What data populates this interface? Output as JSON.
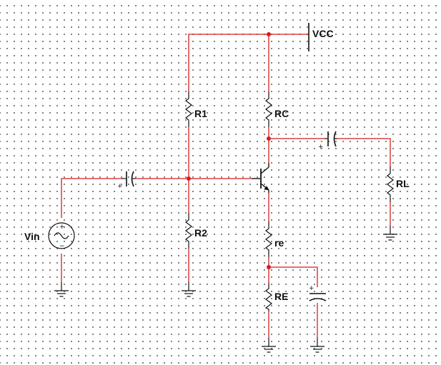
{
  "colors": {
    "wire": "#d41e1e",
    "component": "#111111",
    "node": "#d41e1e",
    "grid_dot": "#6e6e6e",
    "background": "#ffffff"
  },
  "labels": {
    "vcc": "VCC",
    "r1": "R1",
    "rc": "RC",
    "rl": "RL",
    "vin": "Vin",
    "r2": "R2",
    "re_small": "re",
    "re_big": "RE"
  },
  "polarity": {
    "cin": "+",
    "cout": "+",
    "vin_pos": "+",
    "vin_neg": "−",
    "ce": "+"
  }
}
